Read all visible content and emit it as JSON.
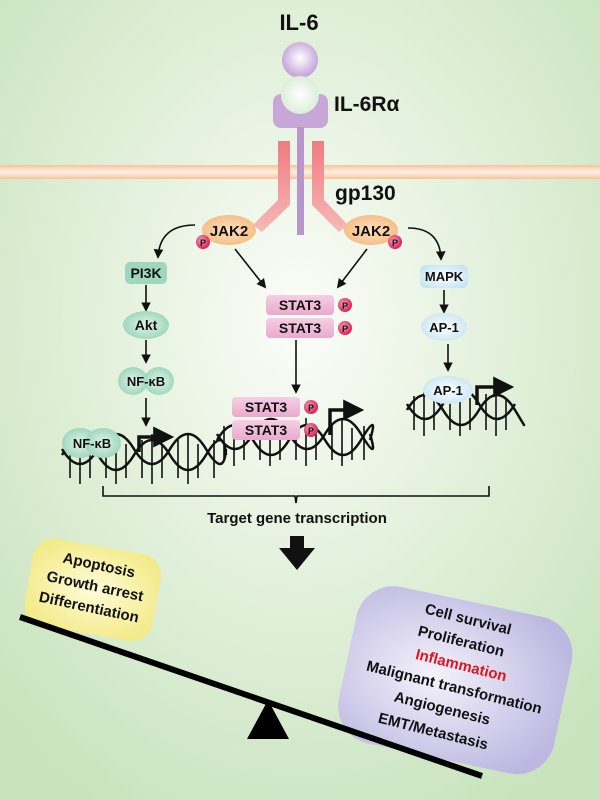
{
  "ligand": {
    "label": "IL-6"
  },
  "receptor": {
    "label": "IL-6Rα"
  },
  "coreceptor": {
    "label": "gp130"
  },
  "kinases": {
    "left": "JAK2",
    "right": "JAK2",
    "phospho": "P"
  },
  "pi3k_pathway": {
    "pi3k": "PI3K",
    "akt": "Akt",
    "nfkb": "NF-κB",
    "nfkb_bound": "NF-κB"
  },
  "stat_pathway": {
    "stat_a": "STAT3",
    "stat_b": "STAT3",
    "stat_c": "STAT3",
    "stat_d": "STAT3"
  },
  "mapk_pathway": {
    "mapk": "MAPK",
    "ap1": "AP-1",
    "ap1_bound": "AP-1"
  },
  "transcription": {
    "label": "Target gene transcription"
  },
  "balance": {
    "left_outcomes": [
      "Apoptosis",
      "Growth arrest",
      "Differentiation"
    ],
    "right_outcomes": [
      "Cell survival",
      "Proliferation",
      "Inflammation",
      "Malignant transformation",
      "Angiogenesis",
      "EMT/Metastasis"
    ],
    "highlight": "Inflammation",
    "highlight_color": "#e0141e"
  },
  "colors": {
    "background_center": "#f6fbf2",
    "background_edge": "#c9e4bf",
    "membrane": "#f8c9a4",
    "ligand": "#c8a6d8",
    "gp130": "#ef7f86",
    "jak": "#f6c48f",
    "phospho": "#e4396a",
    "pi3k_node": "#9fd6bd",
    "stat": "#efb6d6",
    "mapk_node": "#cfe9f4",
    "left_box": "#f6f09c",
    "right_box": "#c6c3e6"
  }
}
